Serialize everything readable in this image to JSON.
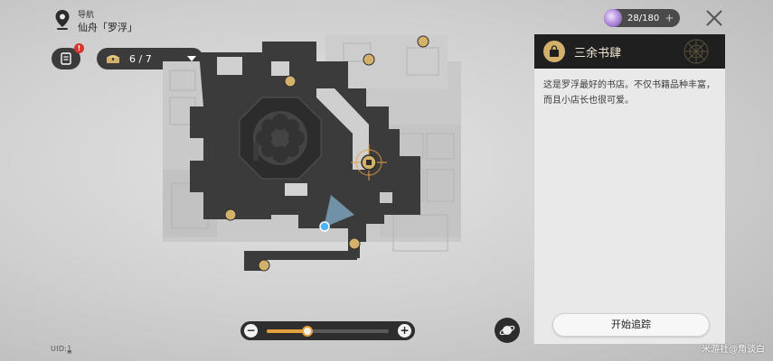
{
  "navigation": {
    "label": "导航",
    "location": "仙舟「罗浮」"
  },
  "missions": {
    "badge": "!"
  },
  "chests": {
    "count": "6 / 7"
  },
  "stamina": {
    "value": "28/180",
    "plus": "+"
  },
  "panel": {
    "title": "三余书肆",
    "description": "这是罗浮最好的书店。不仅书籍品种丰富，而且小店长也很可爱。",
    "track_button": "开始追踪"
  },
  "zoom": {
    "minus": "−",
    "plus": "+",
    "level": 0.33
  },
  "footer": {
    "uid": "UID:1̳̳̳̳̳̳̳̳",
    "watermark": "米游社@角谈白"
  },
  "colors": {
    "accent": "#e2a03f",
    "panel_header": "#1f1f1f",
    "map_floor": "#3b3b3b",
    "marker": "#d4b16a"
  },
  "icons": {
    "pin": "map-pin-icon",
    "missions": "mission-log-icon",
    "chest": "treasure-chest-icon",
    "shop": "shopping-bag-icon",
    "close": "close-icon",
    "realm": "planet-icon"
  }
}
